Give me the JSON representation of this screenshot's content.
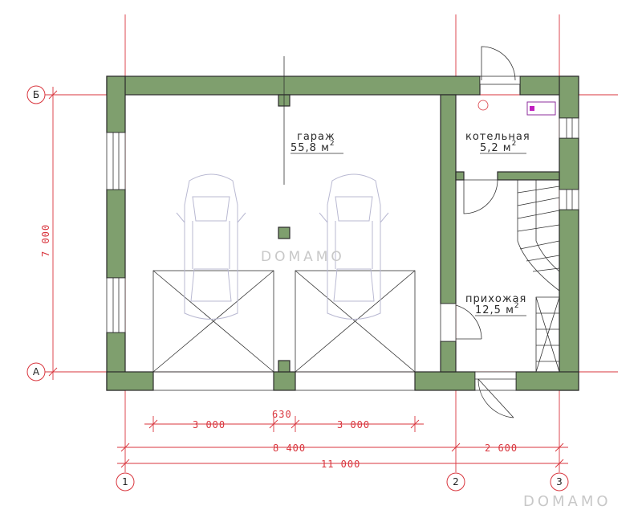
{
  "axes": {
    "vertical": [
      "1",
      "2",
      "3"
    ],
    "horizontal": [
      "Б",
      "А"
    ]
  },
  "rooms": [
    {
      "key": "garage",
      "name": "гараж",
      "area": "55,8 м",
      "sup": "2"
    },
    {
      "key": "boiler",
      "name": "котельная",
      "area": "5,2 м",
      "sup": "2"
    },
    {
      "key": "hall",
      "name": "прихожая",
      "area": "12,5 м",
      "sup": "2"
    }
  ],
  "dimensions": {
    "gate_left": "3 000",
    "gate_gap": "630",
    "gate_right": "3 000",
    "span_left": "8 400",
    "span_right": "2 600",
    "total": "11 000",
    "depth": "7 000"
  },
  "watermarks": {
    "center": "DOMAMO",
    "corner": "DOMAMO"
  },
  "colors": {
    "wall": "#7f9f6e",
    "dimension": "#d9363e",
    "furniture": "#b9b9d2"
  }
}
